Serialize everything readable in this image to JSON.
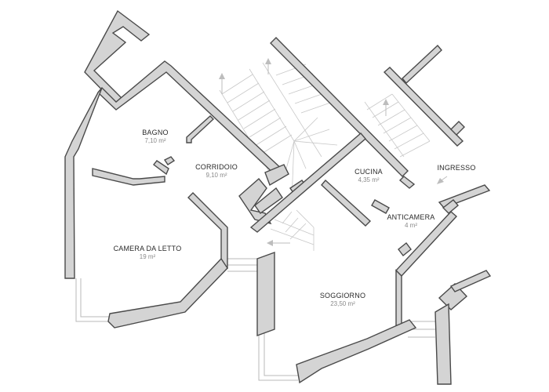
{
  "floor_plan": {
    "rooms": [
      {
        "id": "bagno",
        "name": "BAGNO",
        "area": "7,10 m²"
      },
      {
        "id": "corridoio",
        "name": "CORRIDOIO",
        "area": "9,10 m²"
      },
      {
        "id": "cucina",
        "name": "CUCINA",
        "area": "4,35 m²"
      },
      {
        "id": "ingresso",
        "name": "INGRESSO",
        "area": ""
      },
      {
        "id": "anticamera",
        "name": "ANTICAMERA",
        "area": "4 m²"
      },
      {
        "id": "camera-da-letto",
        "name": "CAMERA DA LETTO",
        "area": "19 m²"
      },
      {
        "id": "soggiorno",
        "name": "SOGGIORNO",
        "area": "23,50 m²"
      }
    ],
    "colors": {
      "wall_fill": "#d4d4d4",
      "wall_stroke": "#4a4a4a",
      "background": "#ffffff"
    }
  }
}
